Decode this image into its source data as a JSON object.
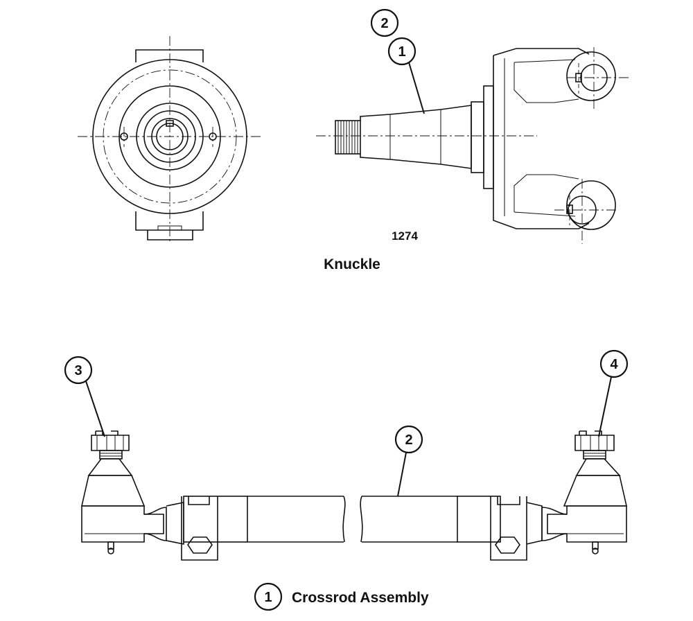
{
  "knuckle": {
    "title": "Knuckle",
    "drawing_number": "1274",
    "callouts": [
      "2",
      "1"
    ]
  },
  "crossrod": {
    "callouts": [
      "3",
      "4",
      "2"
    ],
    "legend_number": "1",
    "legend_text": "Crossrod Assembly"
  }
}
